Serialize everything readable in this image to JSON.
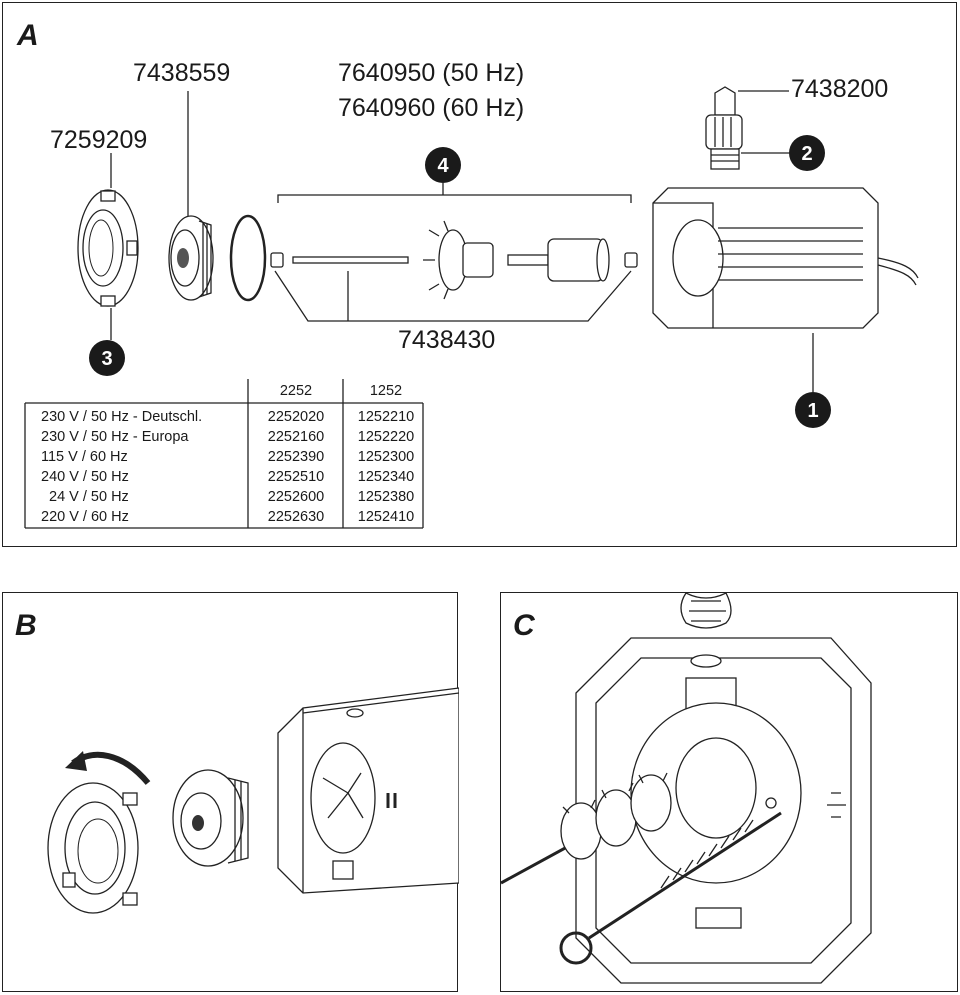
{
  "panels": {
    "a": {
      "letter": "A"
    },
    "b": {
      "letter": "B"
    },
    "c": {
      "letter": "C"
    }
  },
  "part_numbers": {
    "p7438559": "7438559",
    "p7640950": "7640950 (50 Hz)",
    "p7640960": "7640960 (60 Hz)",
    "p7438200": "7438200",
    "p7259209": "7259209",
    "p7438430": "7438430"
  },
  "callouts": {
    "c1": "1",
    "c2": "2",
    "c3": "3",
    "c4": "4"
  },
  "table": {
    "headers": [
      "2252",
      "1252"
    ],
    "rows": [
      {
        "voltage": "230 V / 50 Hz - Deutschl.",
        "col_2252": "2252020",
        "col_1252": "1252210"
      },
      {
        "voltage": "230 V / 50 Hz - Europa",
        "col_2252": "2252160",
        "col_1252": "1252220"
      },
      {
        "voltage": "115 V / 60 Hz",
        "col_2252": "2252390",
        "col_1252": "1252300"
      },
      {
        "voltage": "240 V / 50 Hz",
        "col_2252": "2252510",
        "col_1252": "1252340"
      },
      {
        "voltage": "24 V / 50 Hz",
        "col_2252": "2252600",
        "col_1252": "1252380"
      },
      {
        "voltage": "220 V / 60 Hz",
        "col_2252": "2252630",
        "col_1252": "1252410"
      }
    ]
  }
}
